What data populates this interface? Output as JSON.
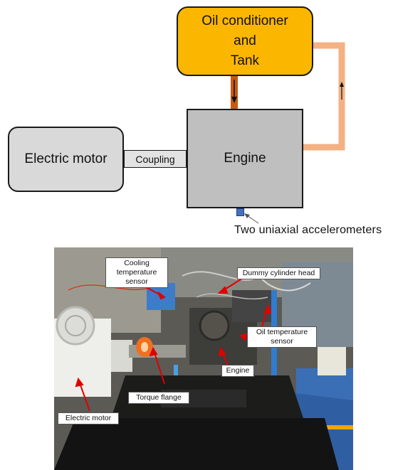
{
  "diagram": {
    "oil_box": {
      "lines": [
        "Oil conditioner",
        "and",
        "Tank"
      ]
    },
    "motor_box": {
      "label": "Electric motor"
    },
    "engine_box": {
      "label": "Engine"
    },
    "coupling": {
      "label": "Coupling"
    },
    "accelerometer_label": "Two uniaxial  accelerometers",
    "colors": {
      "oil_box": "#fbb700",
      "supply_pipe": "#c55a11",
      "return_pipe": "#f4b183",
      "engine": "#bfbfbf",
      "motor": "#d9d9d9",
      "sensor": "#4472c4"
    }
  },
  "photo": {
    "callouts": {
      "cooling": [
        "Cooling temperature",
        "sensor"
      ],
      "dummy_head": "Dummy cylinder head",
      "oil_temp": [
        "Oil temperature",
        "sensor"
      ],
      "engine": "Engine",
      "torque_flange": "Torque flange",
      "electric_motor": "Electric motor"
    },
    "callout_arrow_color": "#e00000"
  }
}
